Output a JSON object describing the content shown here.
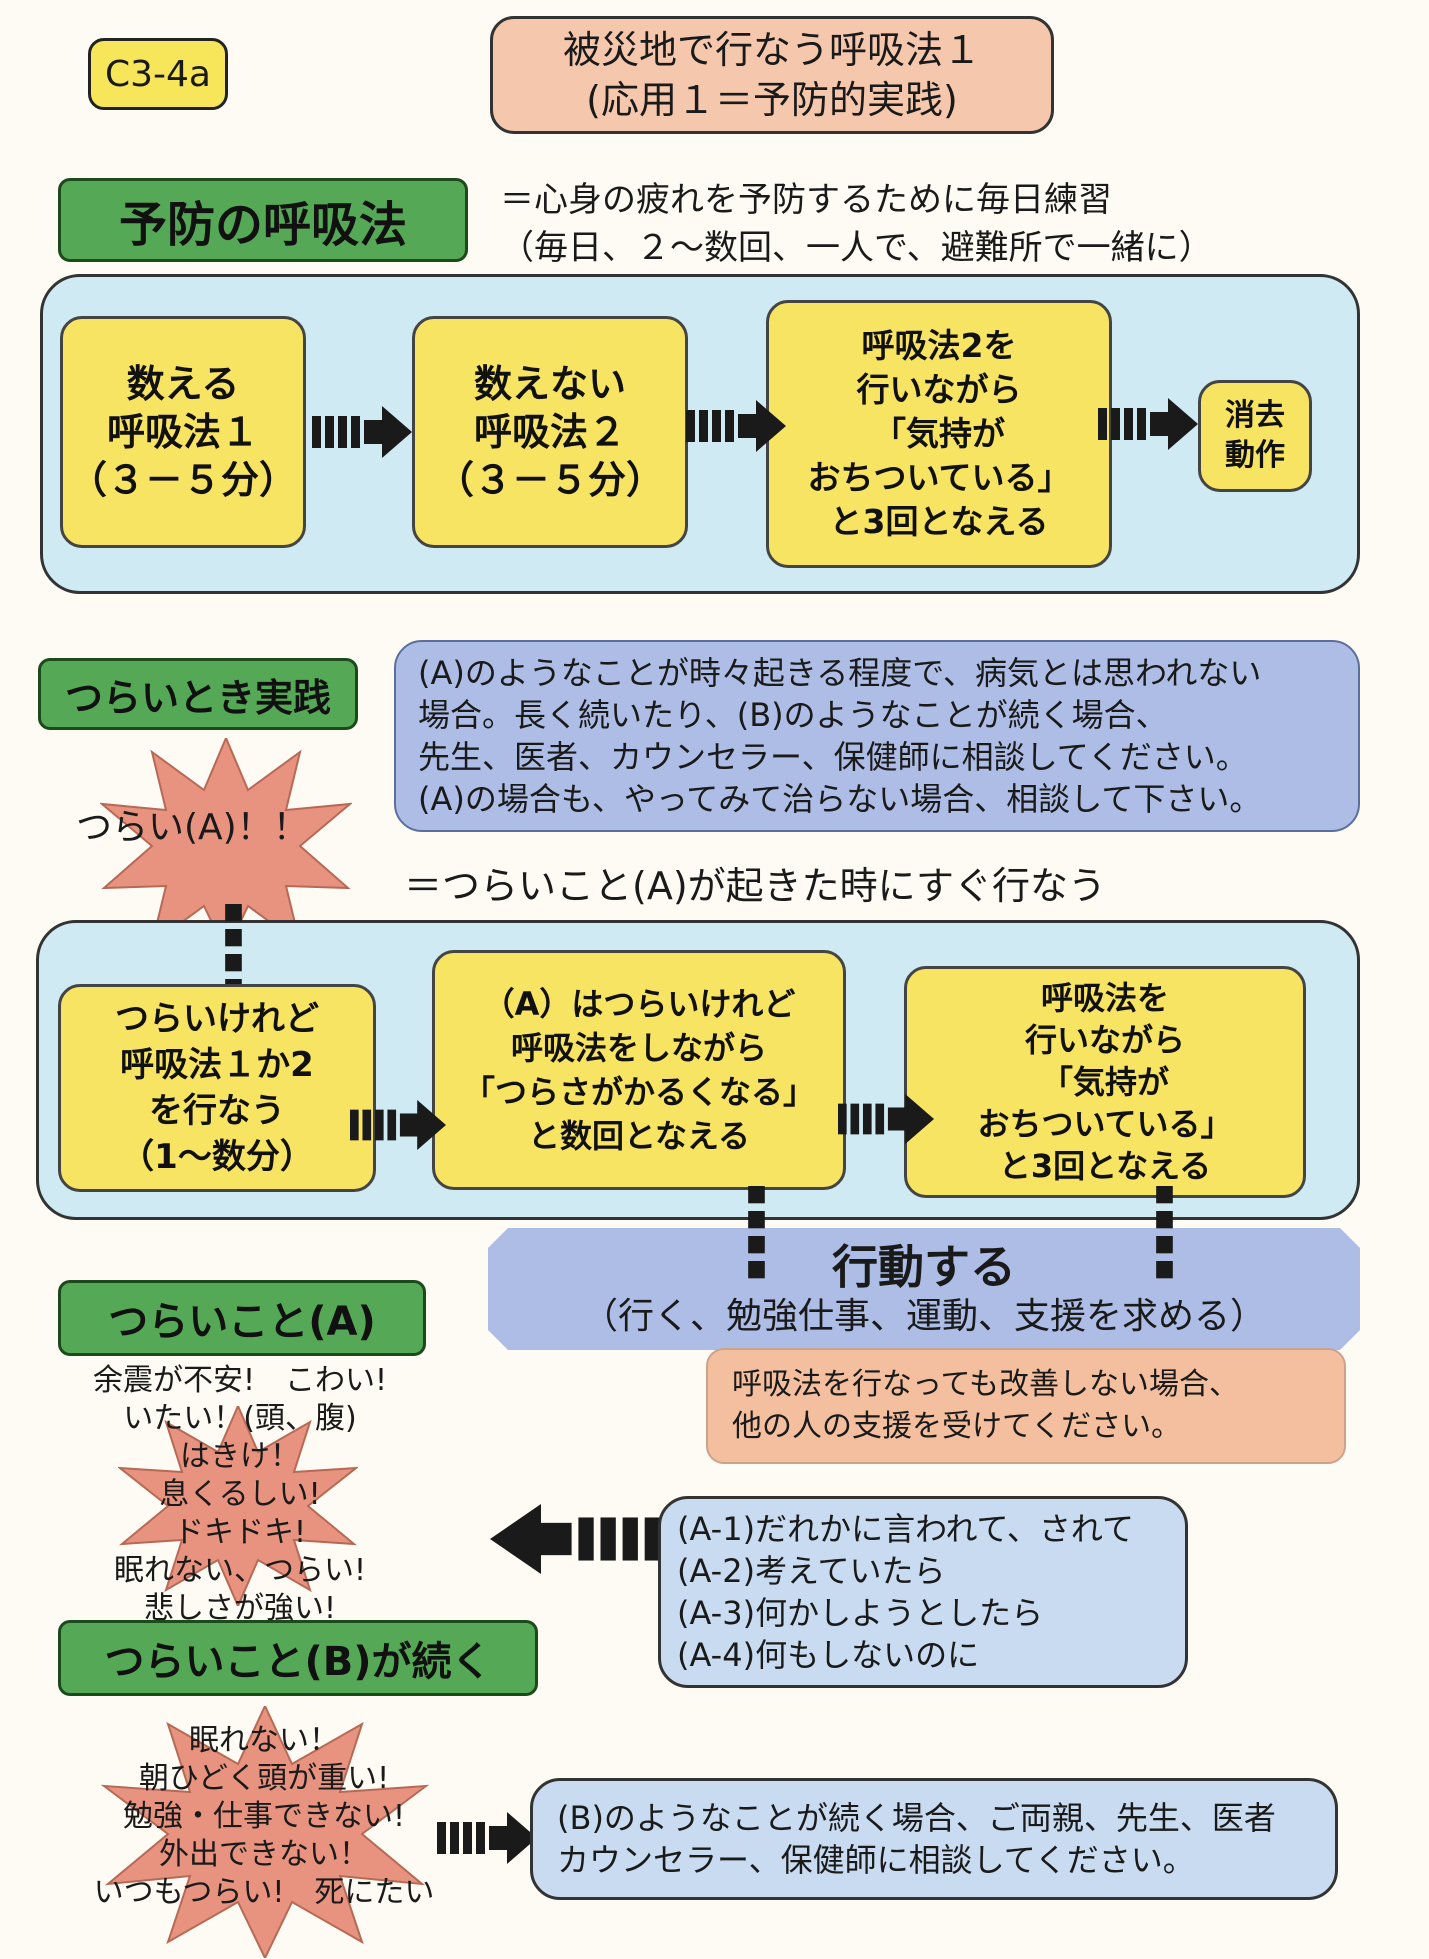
{
  "header": {
    "code": "C3-4a",
    "title_line1": "被災地で行なう呼吸法１",
    "title_line2": "(応用１＝予防的実践)"
  },
  "prevention": {
    "label": "予防の呼吸法",
    "desc_line1": "＝心身の疲れを予防するために毎日練習",
    "desc_line2": "（毎日、２～数回、一人で、避難所で一緒に）",
    "steps": [
      {
        "lines": [
          "数える",
          "呼吸法１",
          "（３－５分）"
        ]
      },
      {
        "lines": [
          "数えない",
          "呼吸法２",
          "（３－５分）"
        ]
      },
      {
        "lines": [
          "呼吸法2を",
          "行いながら",
          "「気持が",
          "おちついている」",
          "と3回となえる"
        ]
      },
      {
        "lines": [
          "消去",
          "動作"
        ]
      }
    ]
  },
  "hard_times": {
    "label": "つらいとき実践",
    "burst_text": "つらい(A)！！",
    "note_lines": [
      "(A)のようなことが時々起きる程度で、病気とは思われない",
      "場合。長く続いたり、(B)のようなことが続く場合、",
      "先生、医者、カウンセラー、保健師に相談してください。",
      "(A)の場合も、やってみて治らない場合、相談して下さい。"
    ],
    "desc": "＝つらいこと(A)が起きた時にすぐ行なう",
    "steps": [
      {
        "lines": [
          "つらいけれど",
          "呼吸法１か2",
          "を行なう",
          "（1～数分）"
        ]
      },
      {
        "lines": [
          "（A）はつらいけれど",
          "呼吸法をしながら",
          "「つらさがかるくなる」",
          "と数回となえる"
        ]
      },
      {
        "lines": [
          "呼吸法を",
          "行いながら",
          "「気持が",
          "おちついている」",
          "と3回となえる"
        ]
      }
    ]
  },
  "action": {
    "title": "行動する",
    "sub": "（行く、勉強仕事、運動、支援を求める）",
    "note_lines": [
      "呼吸法を行なっても改善しない場合、",
      "他の人の支援を受けてください。"
    ]
  },
  "hard_things_a": {
    "label": "つらいこと(A)",
    "items": [
      "余震が不安!　こわい!",
      "いたい！(頭、腹)",
      "はきけ！",
      "息くるしい!",
      "ドキドキ!",
      "眠れない、つらい!",
      "悲しさが強い!"
    ],
    "triggers": [
      "(A-1)だれかに言われて、されて",
      "(A-2)考えていたら",
      "(A-3)何かしようとしたら",
      "(A-4)何もしないのに"
    ]
  },
  "hard_things_b": {
    "label": "つらいこと(B)が続く",
    "items": [
      "眠れない！",
      "朝ひどく頭が重い!",
      "勉強・仕事できない!",
      "外出できない！",
      "いつもつらい!　死にたい"
    ],
    "note_lines": [
      "(B)のようなことが続く場合、ご両親、先生、医者",
      "カウンセラー、保健師に相談してください。"
    ]
  },
  "colors": {
    "green": "#55a855",
    "yellow": "#f8e463",
    "cyan": "#cfeaf2",
    "blue": "#aebde6",
    "pink": "#f3bf9f",
    "burst": "#e8937f"
  }
}
